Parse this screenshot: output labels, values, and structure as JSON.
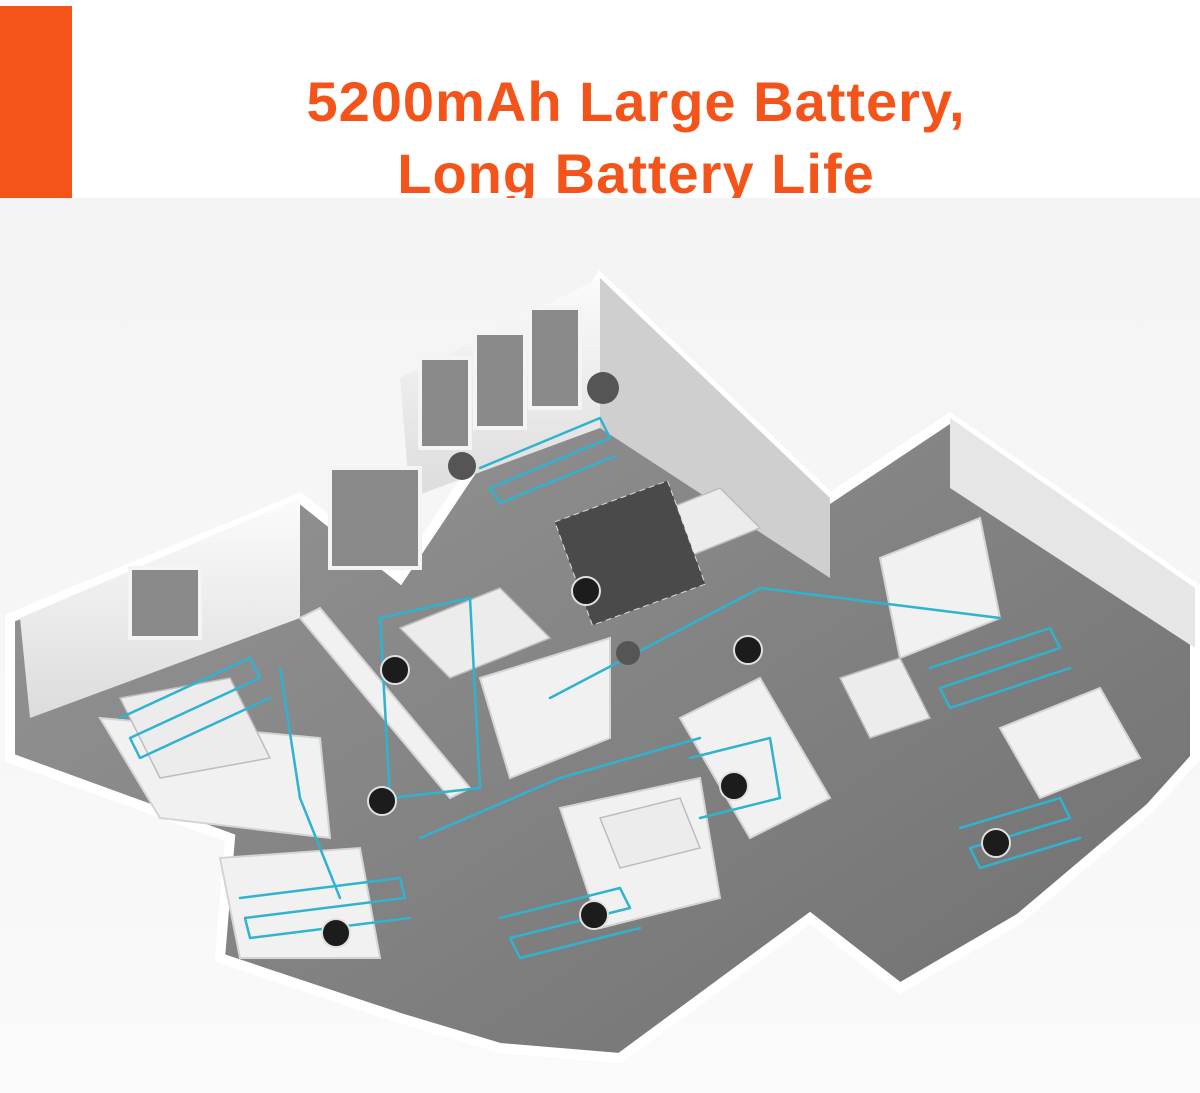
{
  "headline": {
    "line1": "5200mAh Large Battery,",
    "line2": "Long Battery Life"
  },
  "colors": {
    "brand_orange": "#F4541A",
    "cleaning_path": "#2FB3D0",
    "robot": "#1c1c1c",
    "background": "#F5F5F5"
  },
  "scene": {
    "subject": "isometric-apartment-floor-plan",
    "robot_icon": "robot-vacuum-icon",
    "path_icon": "cleaning-path-line"
  }
}
